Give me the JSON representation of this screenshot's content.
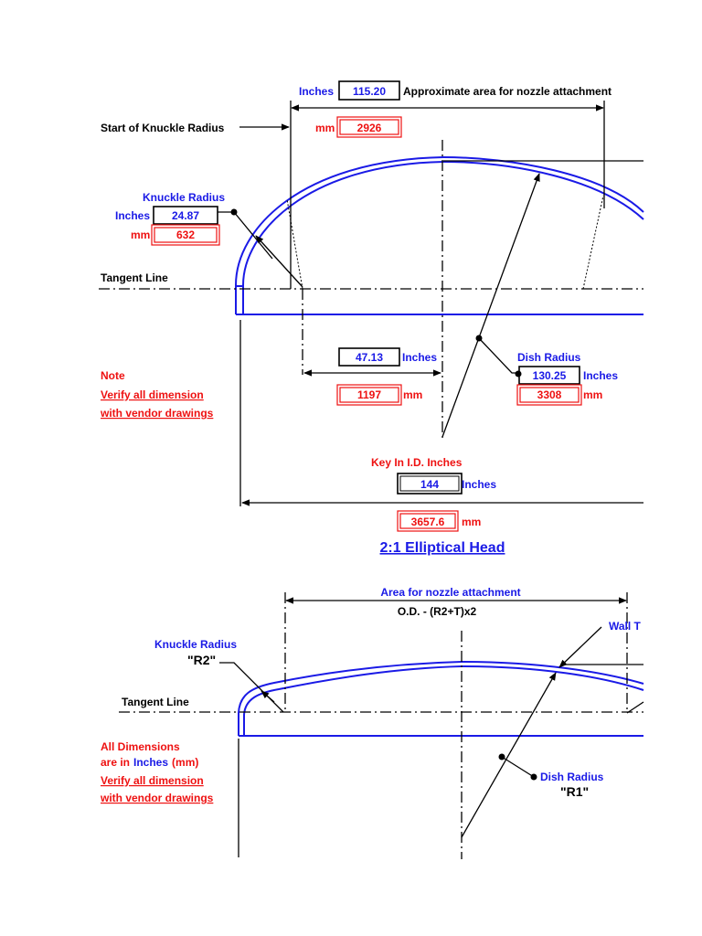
{
  "diagram1": {
    "nozzle_area_units_label": "Inches",
    "nozzle_area_inches": "115.20",
    "nozzle_area_caption": "Approximate area for nozzle attachment",
    "nozzle_area_mm_label": "mm",
    "nozzle_area_mm": "2926",
    "start_knuckle_label": "Start of Knuckle Radius",
    "knuckle_radius_label": "Knuckle Radius",
    "knuckle_inches_label": "Inches",
    "knuckle_inches": "24.87",
    "knuckle_mm_label": "mm",
    "knuckle_mm": "632",
    "tangent_line_label": "Tangent Line",
    "offset_inches": "47.13",
    "offset_inches_label": "Inches",
    "offset_mm": "1197",
    "offset_mm_label": "mm",
    "dish_radius_label": "Dish Radius",
    "dish_inches": "130.25",
    "dish_inches_label": "Inches",
    "dish_mm": "3308",
    "dish_mm_label": "mm",
    "note_title": "Note",
    "note_line1": "Verify all dimension",
    "note_line2": "with vendor drawings",
    "id_key_label": "Key In I.D. Inches",
    "id_inches": "144",
    "id_inches_label": "Inches",
    "id_mm": "3657.6",
    "id_mm_label": "mm",
    "title": "2:1 Elliptical Head"
  },
  "diagram2": {
    "nozzle_area_label": "Area for nozzle attachment",
    "formula_label": "O.D. - (R2+T)x2",
    "wall_label": "Wall T",
    "knuckle_radius_label": "Knuckle Radius",
    "knuckle_symbol": "\"R2\"",
    "tangent_line_label": "Tangent Line",
    "dims_line1": "All Dimensions",
    "dims_line2_prefix": "are in",
    "dims_line2_inches": "Inches",
    "dims_line2_mm": "(mm)",
    "verify_line1": "Verify all dimension",
    "verify_line2": "with vendor drawings",
    "dish_radius_label": "Dish Radius",
    "dish_symbol": "\"R1\""
  },
  "colors": {
    "blue": "#1a1ae6",
    "red": "#ee1111",
    "black": "#000000"
  }
}
